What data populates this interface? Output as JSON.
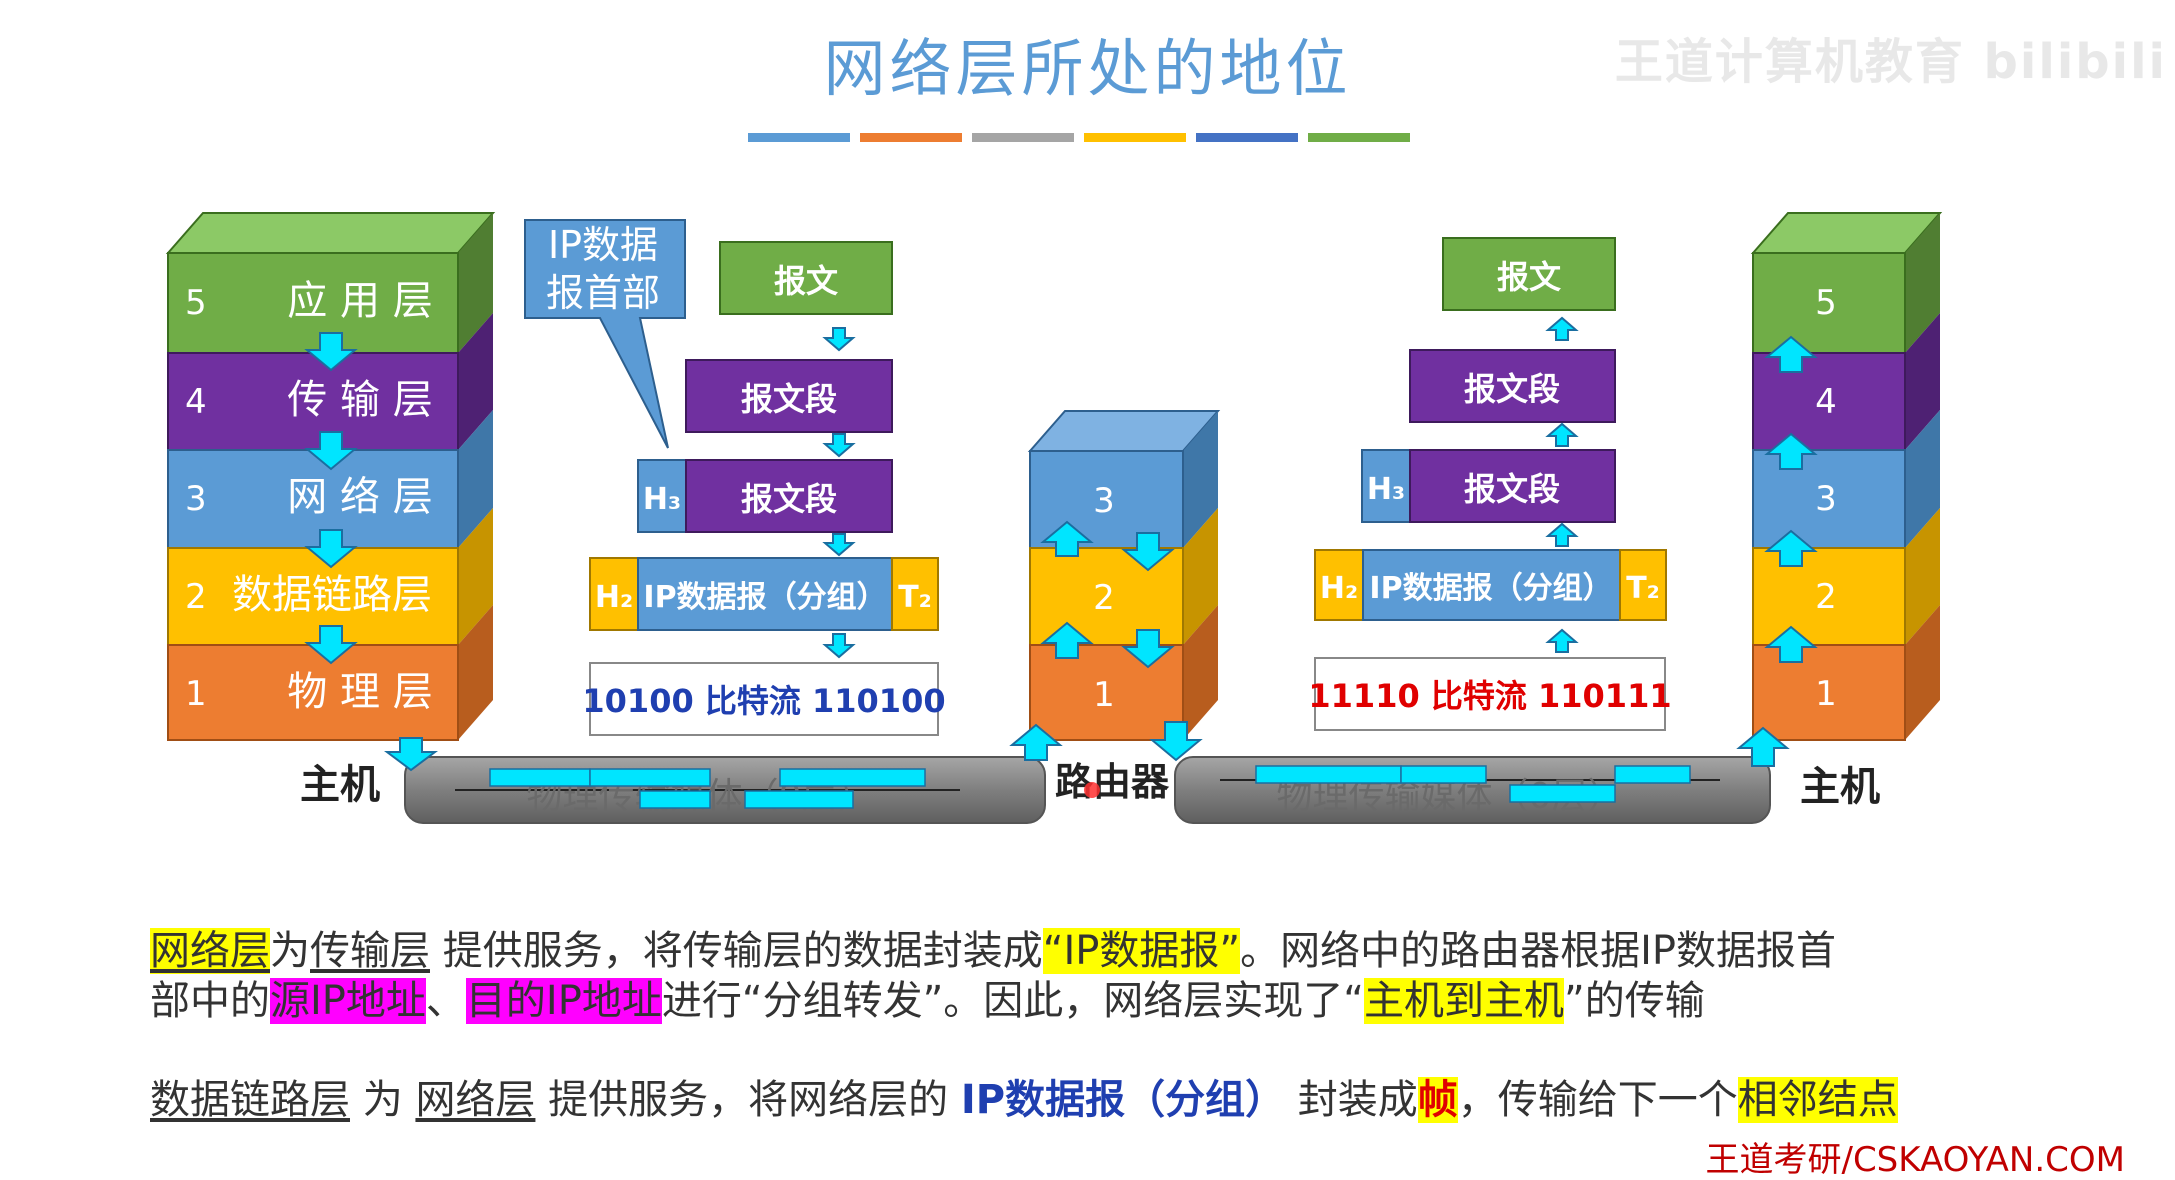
{
  "title": "网络层所处的地位",
  "watermark": "王道计算机教育 bilibili",
  "color_bar": [
    "#5b9bd5",
    "#ed7d31",
    "#a5a5a5",
    "#ffc000",
    "#4472c4",
    "#70ad47"
  ],
  "colors": {
    "layer5": "#70ad47",
    "layer4": "#7030a0",
    "layer3": "#5b9bd5",
    "layer2": "#ffc000",
    "layer1": "#ed7d31",
    "arrow": "#00e5ff",
    "pipe": "#808080",
    "accent_blue": "#5b9bd5"
  },
  "left_host": {
    "label": "主机",
    "layers": [
      {
        "num": "5",
        "name": "应 用 层"
      },
      {
        "num": "4",
        "name": "传 输 层"
      },
      {
        "num": "3",
        "name": "网 络 层"
      },
      {
        "num": "2",
        "name": "数据链路层"
      },
      {
        "num": "1",
        "name": "物 理 层"
      }
    ]
  },
  "router": {
    "label": "路由器",
    "layers": [
      "3",
      "2",
      "1"
    ]
  },
  "right_host": {
    "label": "主机",
    "layers": [
      "5",
      "4",
      "3",
      "2",
      "1"
    ]
  },
  "callout": {
    "line1": "IP数据",
    "line2": "报首部"
  },
  "left_encap": {
    "message": "报文",
    "segment": "报文段",
    "h3": "H₃",
    "segment2": "报文段",
    "h2": "H₂",
    "datagram": "IP数据报（分组）",
    "t2": "T₂",
    "bits": "10100 比特流 110100"
  },
  "right_decap": {
    "message": "报文",
    "segment": "报文段",
    "h3": "H₃",
    "segment2": "报文段",
    "h2": "H₂",
    "datagram": "IP数据报（分组）",
    "t2": "T₂",
    "bits": "11110 比特流 110111"
  },
  "medium_left": "物理传输媒体（0层）",
  "medium_right": "物理传输媒体（0层）",
  "para1": {
    "line1": [
      "网络层",
      "为",
      "传输层",
      "提供服务，将传输层的数据封装成",
      "“IP数据报”",
      "。网络中的路由器根据IP数据报首"
    ],
    "line2": [
      "部中的",
      "源IP地址",
      "、",
      "目的IP地址",
      "进行“分组转发”。因此，网络层实现了“",
      "主机到主机",
      "”的传输"
    ]
  },
  "para2": [
    "数据链路层",
    " 为 ",
    "网络层",
    " 提供服务，将网络层的 ",
    "IP数据报（分组）",
    " 封装成",
    "帧",
    "，传输给下一个",
    "相邻结点"
  ],
  "brand": "王道考研/CSKAOYAN.COM"
}
